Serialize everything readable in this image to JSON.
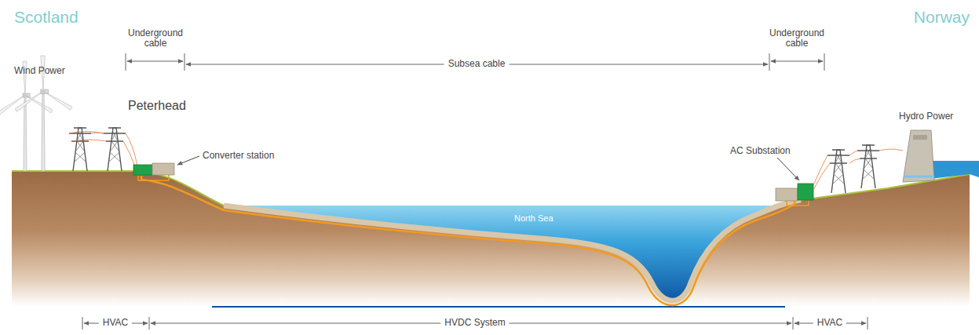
{
  "diagram": {
    "labels": [
      "Scotland",
      "Norway",
      "Underground cable",
      "Subsea cable",
      "Underground cable",
      "Wind Power",
      "Peterhead",
      "Converter station",
      "AC Substation",
      "Hydro Power",
      "North Sea",
      "HVAC",
      "HVDC System",
      "HVAC"
    ]
  }
}
